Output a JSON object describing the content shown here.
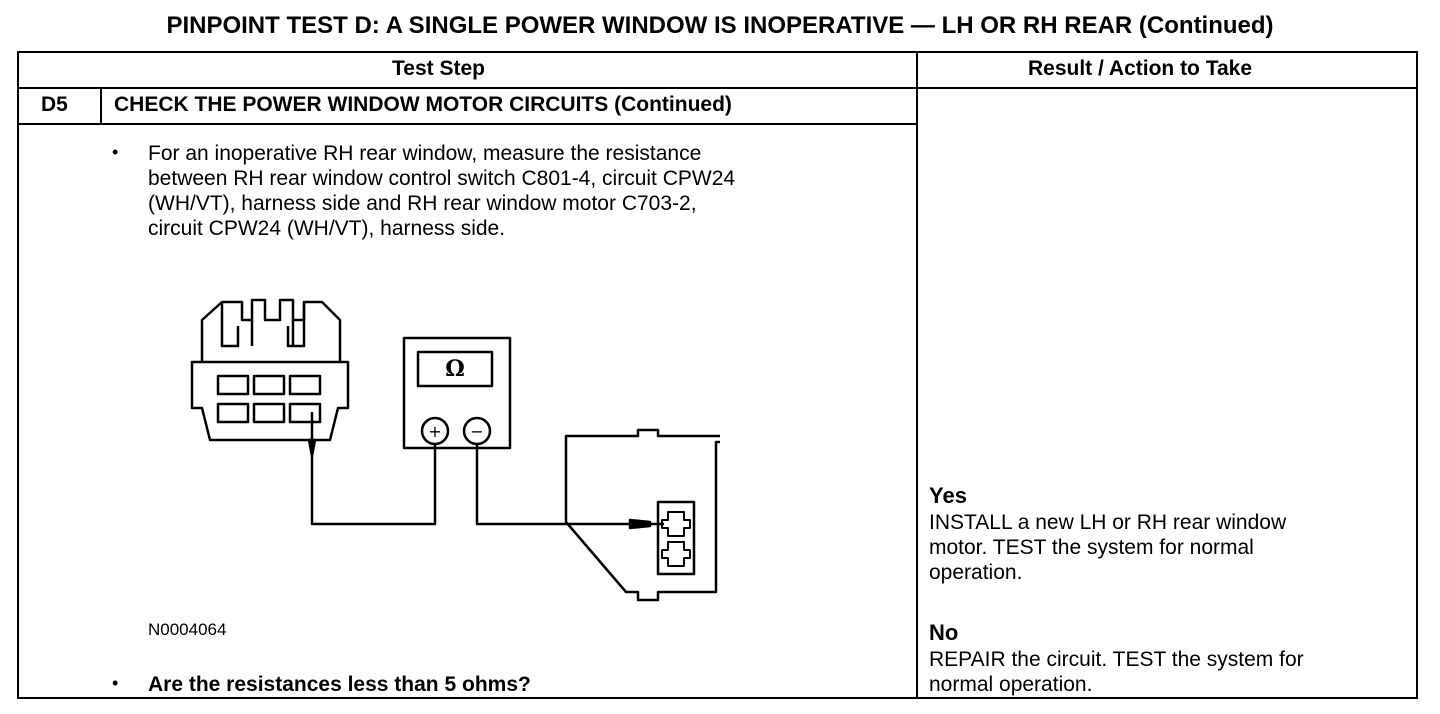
{
  "title": "PINPOINT TEST D: A SINGLE POWER WINDOW IS INOPERATIVE — LH OR RH REAR (Continued)",
  "table": {
    "header_step": "Test Step",
    "header_result": "Result / Action to Take"
  },
  "step": {
    "id": "D5",
    "heading": "CHECK THE POWER WINDOW MOTOR CIRCUITS (Continued)",
    "bullet_1_lines": [
      "For an inoperative RH rear window, measure the resistance",
      "between RH rear window control switch C801-4, circuit CPW24",
      "(WH/VT), harness side and RH rear window motor C703-2,",
      "circuit  CPW24 (WH/VT), harness side."
    ],
    "meter_symbol": "Ω",
    "meter_plus": "+",
    "meter_minus": "−",
    "figure_id": "N0004064",
    "question": "Are the resistances less than 5 ohms?"
  },
  "results": {
    "yes_label": "Yes",
    "yes_lines": [
      "INSTALL a new LH or RH rear window",
      "motor. TEST the system for normal",
      "operation."
    ],
    "no_label": "No",
    "no_lines": [
      "REPAIR the circuit. TEST the system for",
      "normal operation."
    ]
  }
}
